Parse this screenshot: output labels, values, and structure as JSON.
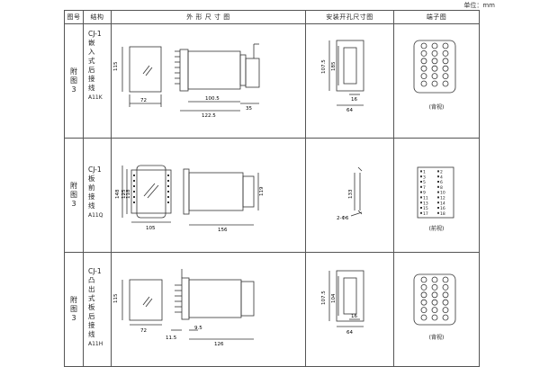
{
  "unit_label": "单位：mm",
  "headers": [
    "图号",
    "结构",
    "外 形 尺 寸 图",
    "安装开孔尺寸图",
    "端子图"
  ],
  "rows": [
    {
      "fig": [
        "附",
        "图",
        "3"
      ],
      "type": "CJ-1",
      "struct": [
        "嵌",
        "入",
        "式",
        "后",
        "接",
        "线"
      ],
      "code": "A11K",
      "dims": {
        "front_h": "115",
        "front_w": "72",
        "side_a": "100.5",
        "side_b": "122.5",
        "side_c": "35"
      },
      "cutout": {
        "h1": "107.5",
        "h2": "185",
        "w1": "16",
        "w2": "64"
      },
      "view": "(背视)"
    },
    {
      "fig": [
        "附",
        "图",
        "3"
      ],
      "type": "CJ-1",
      "struct": [
        "板",
        "前",
        "接",
        "线"
      ],
      "code": "A11Q",
      "dims": {
        "f_h1": "148",
        "f_h2": "125",
        "f_h3": "118",
        "f_w": "105",
        "side_w": "156",
        "side_h": "119"
      },
      "cutout": {
        "h": "133",
        "hole": "2-Φ6"
      },
      "view": "(前视)",
      "terms": [
        [
          "1",
          "2"
        ],
        [
          "3",
          "4"
        ],
        [
          "5",
          "6"
        ],
        [
          "7",
          "8"
        ],
        [
          "9",
          "10"
        ],
        [
          "11",
          "12"
        ],
        [
          "13",
          "14"
        ],
        [
          "15",
          "16"
        ],
        [
          "17",
          "18"
        ]
      ]
    },
    {
      "fig": [
        "附",
        "图",
        "3"
      ],
      "type": "CJ-1",
      "struct": [
        "凸",
        "出",
        "式",
        "板",
        "后",
        "接",
        "线"
      ],
      "code": "A11H",
      "dims": {
        "front_h": "115",
        "front_w": "72",
        "side_a": "11.5",
        "side_b": "9.5",
        "side_c": "126"
      },
      "cutout": {
        "h1": "107.5",
        "h2": "104",
        "w1": "16",
        "w2": "64"
      },
      "view": "(背视)"
    }
  ]
}
